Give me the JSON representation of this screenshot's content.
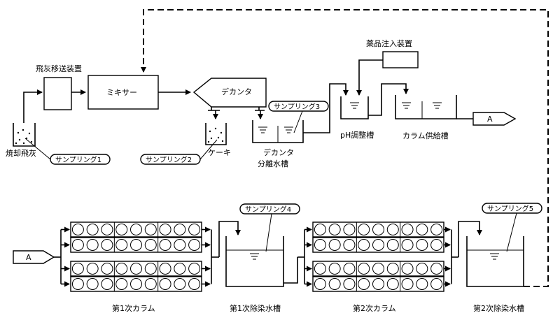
{
  "labels": {
    "fly_ash_transfer": "飛灰移送装置",
    "mixer": "ミキサー",
    "decanter": "デカンタ",
    "chemical_injection": "薬品注入装置",
    "ph_tank": "pH調整槽",
    "column_supply_tank": "カラム供給槽",
    "incineration_fly_ash": "焼却飛灰",
    "cake": "ケーキ",
    "decanter_sep_line1": "デカンタ",
    "decanter_sep_line2": "分離水槽",
    "connector_a_top": "A",
    "connector_a_bottom": "A",
    "column1": "第1次カラム",
    "tank1": "第1次除染水槽",
    "column2": "第2次カラム",
    "tank2": "第2次除染水槽"
  },
  "sampling": {
    "s1": "サンプリング1",
    "s2": "サンプリング2",
    "s3": "サンプリング3",
    "s4": "サンプリング4",
    "s5": "サンプリング5"
  }
}
